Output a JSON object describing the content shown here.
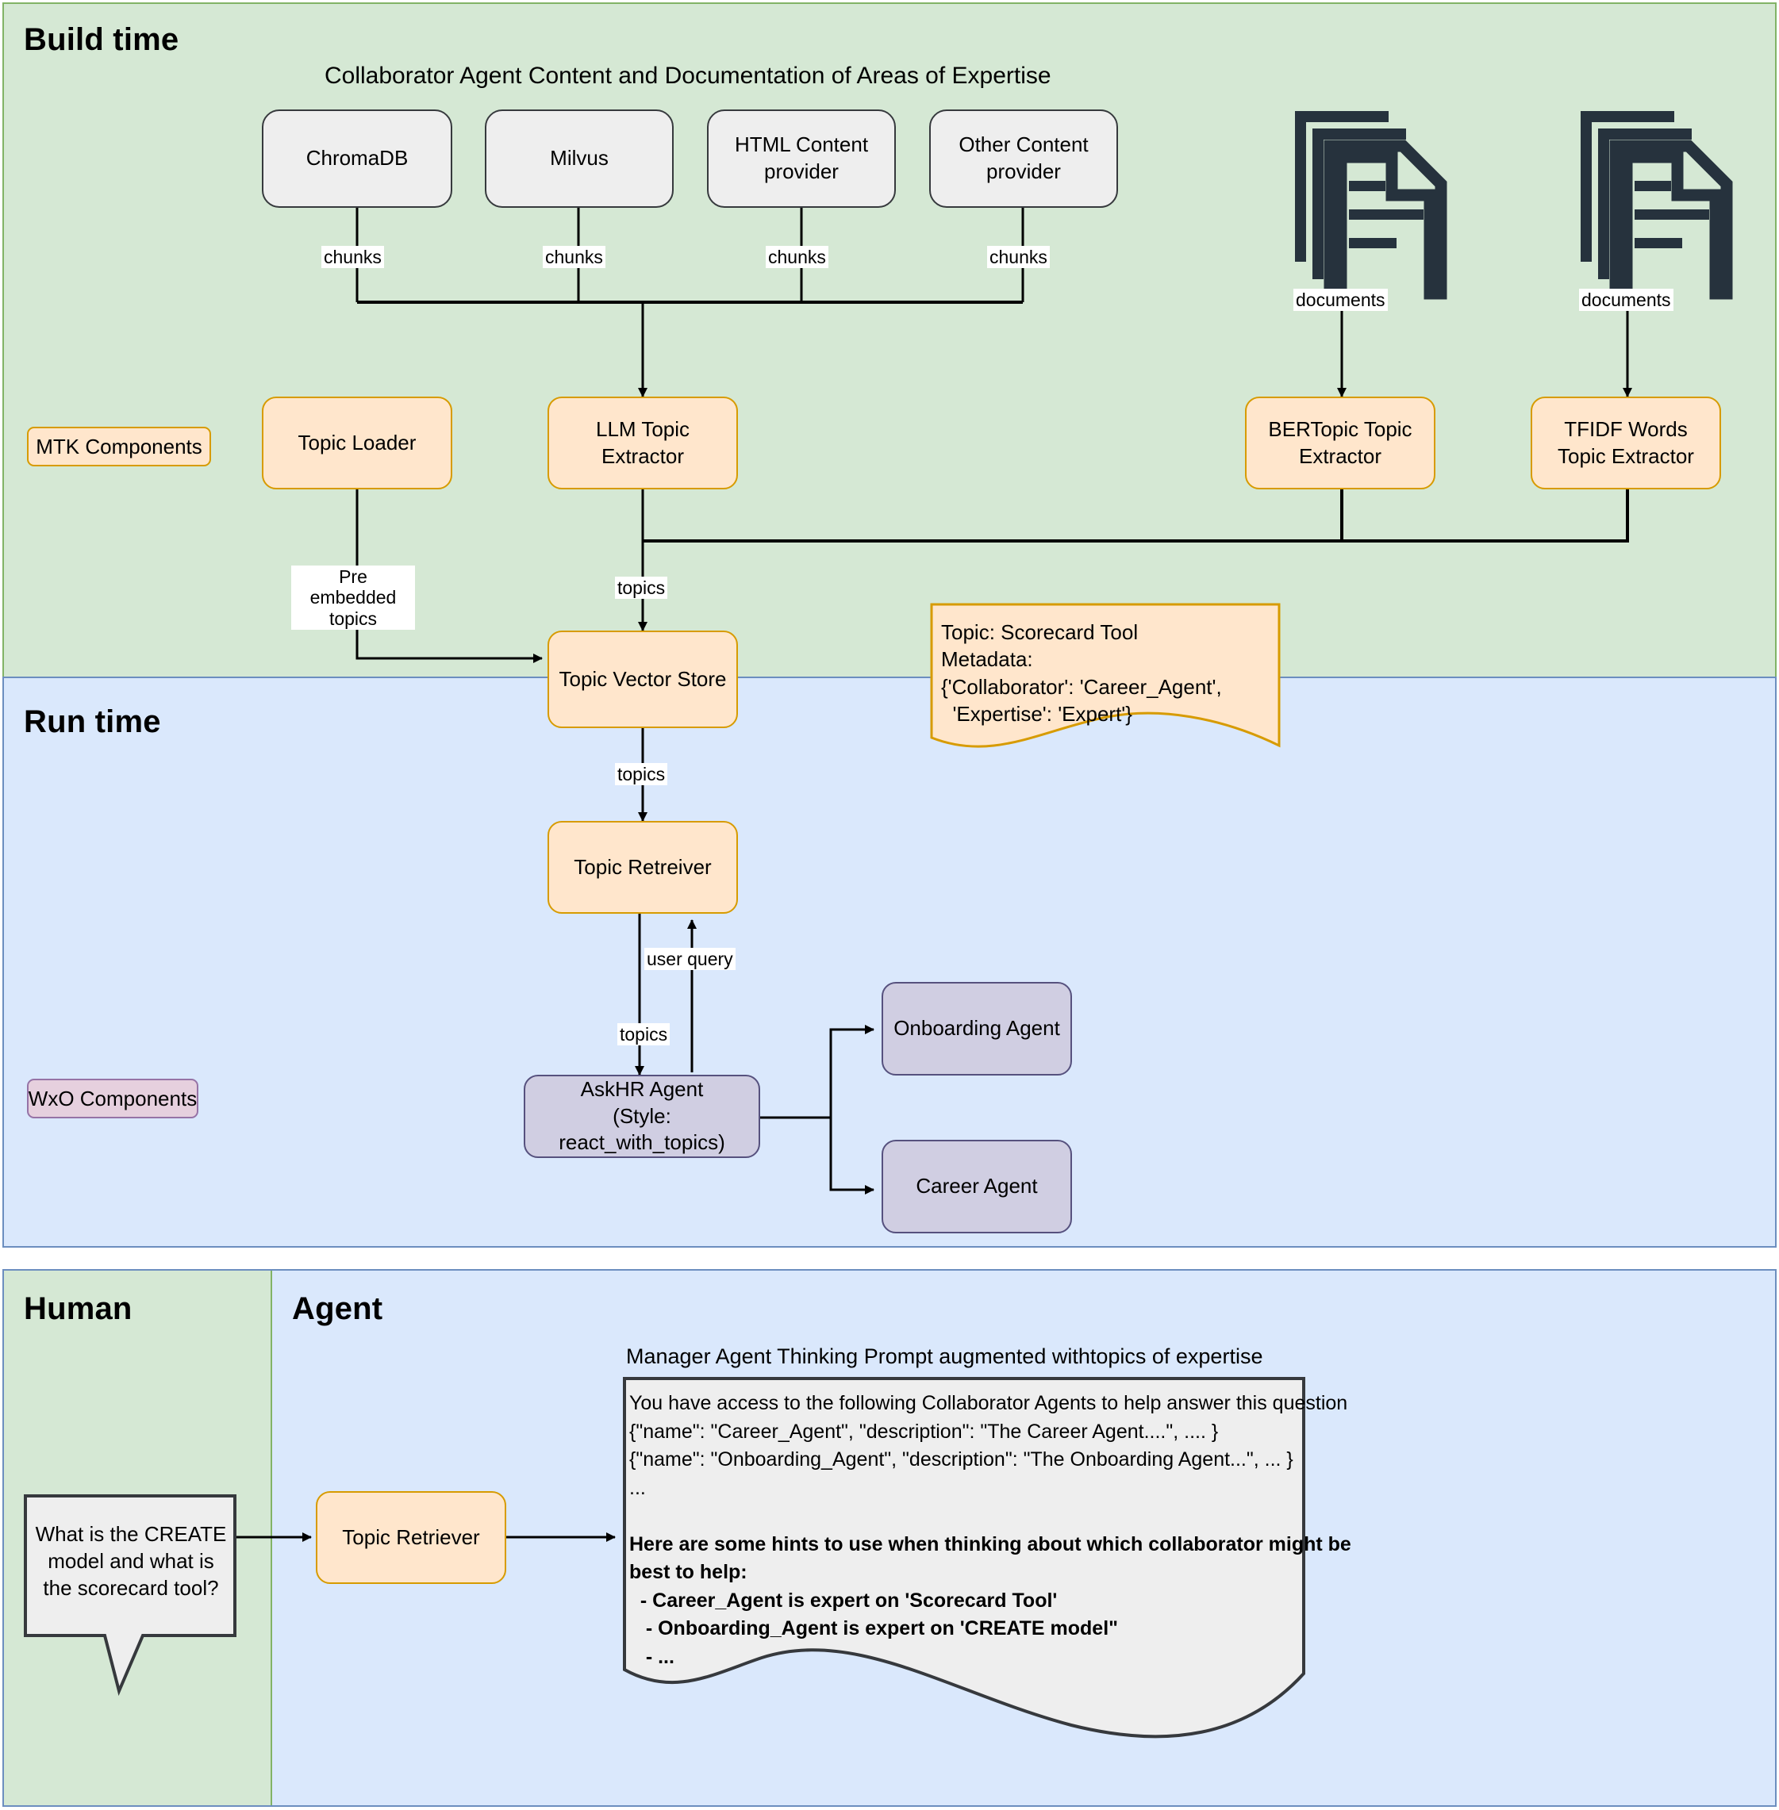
{
  "zones": {
    "build": "Build time",
    "run": "Run time",
    "human": "Human",
    "agent": "Agent"
  },
  "build": {
    "section_header": "Collaborator Agent Content and Documentation of Areas of Expertise",
    "legend_chip": "MTK Components",
    "sources": [
      {
        "label": "ChromaDB",
        "edge": "chunks"
      },
      {
        "label": "Milvus",
        "edge": "chunks"
      },
      {
        "label": "HTML Content provider",
        "edge": "chunks"
      },
      {
        "label": "Other Content provider",
        "edge": "chunks"
      }
    ],
    "doc_stacks": [
      {
        "name": "document-stack-left",
        "edge": "documents"
      },
      {
        "name": "document-stack-right",
        "edge": "documents"
      }
    ],
    "extractors": [
      {
        "label": "Topic Loader"
      },
      {
        "label": "LLM Topic Extractor"
      },
      {
        "label": "BERTopic Topic Extractor"
      },
      {
        "label": "TFIDF Words Topic Extractor"
      }
    ],
    "edge_pre_embedded": "Pre embedded topics",
    "edge_topics": "topics",
    "vector_store": "Topic Vector Store",
    "note": "Topic: Scorecard Tool\nMetadata:\n{'Collaborator': 'Career_Agent',\n  'Expertise': 'Expert'}"
  },
  "run": {
    "legend_chip": "WxO Components",
    "edge_topics_store_to_retriever": "topics",
    "retriever": "Topic Retreiver",
    "edge_user_query": "user query",
    "edge_topics_to_agent": "topics",
    "manager_agent": "AskHR Agent\n(Style: react_with_topics)",
    "manager_agent_line1": "AskHR Agent",
    "manager_agent_line2": "(Style: react_with_topics)",
    "collaborators": [
      {
        "label": "Onboarding Agent"
      },
      {
        "label": "Career Agent"
      }
    ]
  },
  "bottom": {
    "user_question": "What is the CREATE model and what is the scorecard tool?",
    "retriever": "Topic Retriever",
    "prompt_caption": "Manager Agent Thinking Prompt augmented withtopics of expertise",
    "prompt_lines": [
      {
        "text": "You have access to the following Collaborator Agents to help answer this question",
        "bold": false
      },
      {
        "text": "{\"name\": \"Career_Agent\", \"description\": \"The Career Agent....\", .... }",
        "bold": false
      },
      {
        "text": "{\"name\": \"Onboarding_Agent\", \"description\": \"The Onboarding Agent...\", ... }",
        "bold": false
      },
      {
        "text": "...",
        "bold": false
      },
      {
        "text": "",
        "bold": false
      },
      {
        "text": "Here are some hints to use when thinking about which collaborator might be",
        "bold": true
      },
      {
        "text": "best to help:",
        "bold": true
      },
      {
        "text": "  - Career_Agent is expert on 'Scorecard Tool'",
        "bold": true
      },
      {
        "text": "   - Onboarding_Agent is expert on 'CREATE model\"",
        "bold": true
      },
      {
        "text": "   - ...",
        "bold": true
      }
    ]
  },
  "colors": {
    "build_fill": "#d5e8d4",
    "build_stroke": "#82b366",
    "run_fill": "#dae8fc",
    "run_stroke": "#6c8ebf",
    "gray_fill": "#eeeeee",
    "gray_stroke": "#36393d",
    "orange_fill": "#ffe6cc",
    "orange_stroke": "#d79b00",
    "purple_fill": "#d0cee2",
    "purple_stroke": "#56517e",
    "chip_purple_fill": "#e6d0de",
    "chip_purple_stroke": "#9673a6",
    "doc_icon": "#26323d",
    "line": "#000000"
  }
}
